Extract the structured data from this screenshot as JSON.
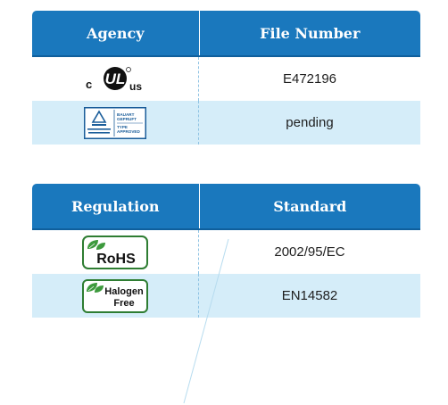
{
  "agency_table": {
    "headers": [
      "Agency",
      "File Number"
    ],
    "rows": [
      {
        "logo": "cULus-mark-icon",
        "logo_text": "c UL us",
        "value": "E472196"
      },
      {
        "logo": "tuv-bauart-icon",
        "logo_text": "BAUART GEPRUFT TYPE APPROVED",
        "value": "pending"
      }
    ]
  },
  "regulation_table": {
    "headers": [
      "Regulation",
      "Standard"
    ],
    "rows": [
      {
        "logo": "rohs-leaf-icon",
        "logo_text": "RoHS",
        "value": "2002/95/EC"
      },
      {
        "logo": "halogen-free-leaf-icon",
        "logo_text": "Halogen Free",
        "value": "EN14582"
      }
    ]
  },
  "colors": {
    "header_bg": "#1a78bd",
    "alt_row_bg": "#d5edf9",
    "leaf_green": "#3d9a3d"
  }
}
